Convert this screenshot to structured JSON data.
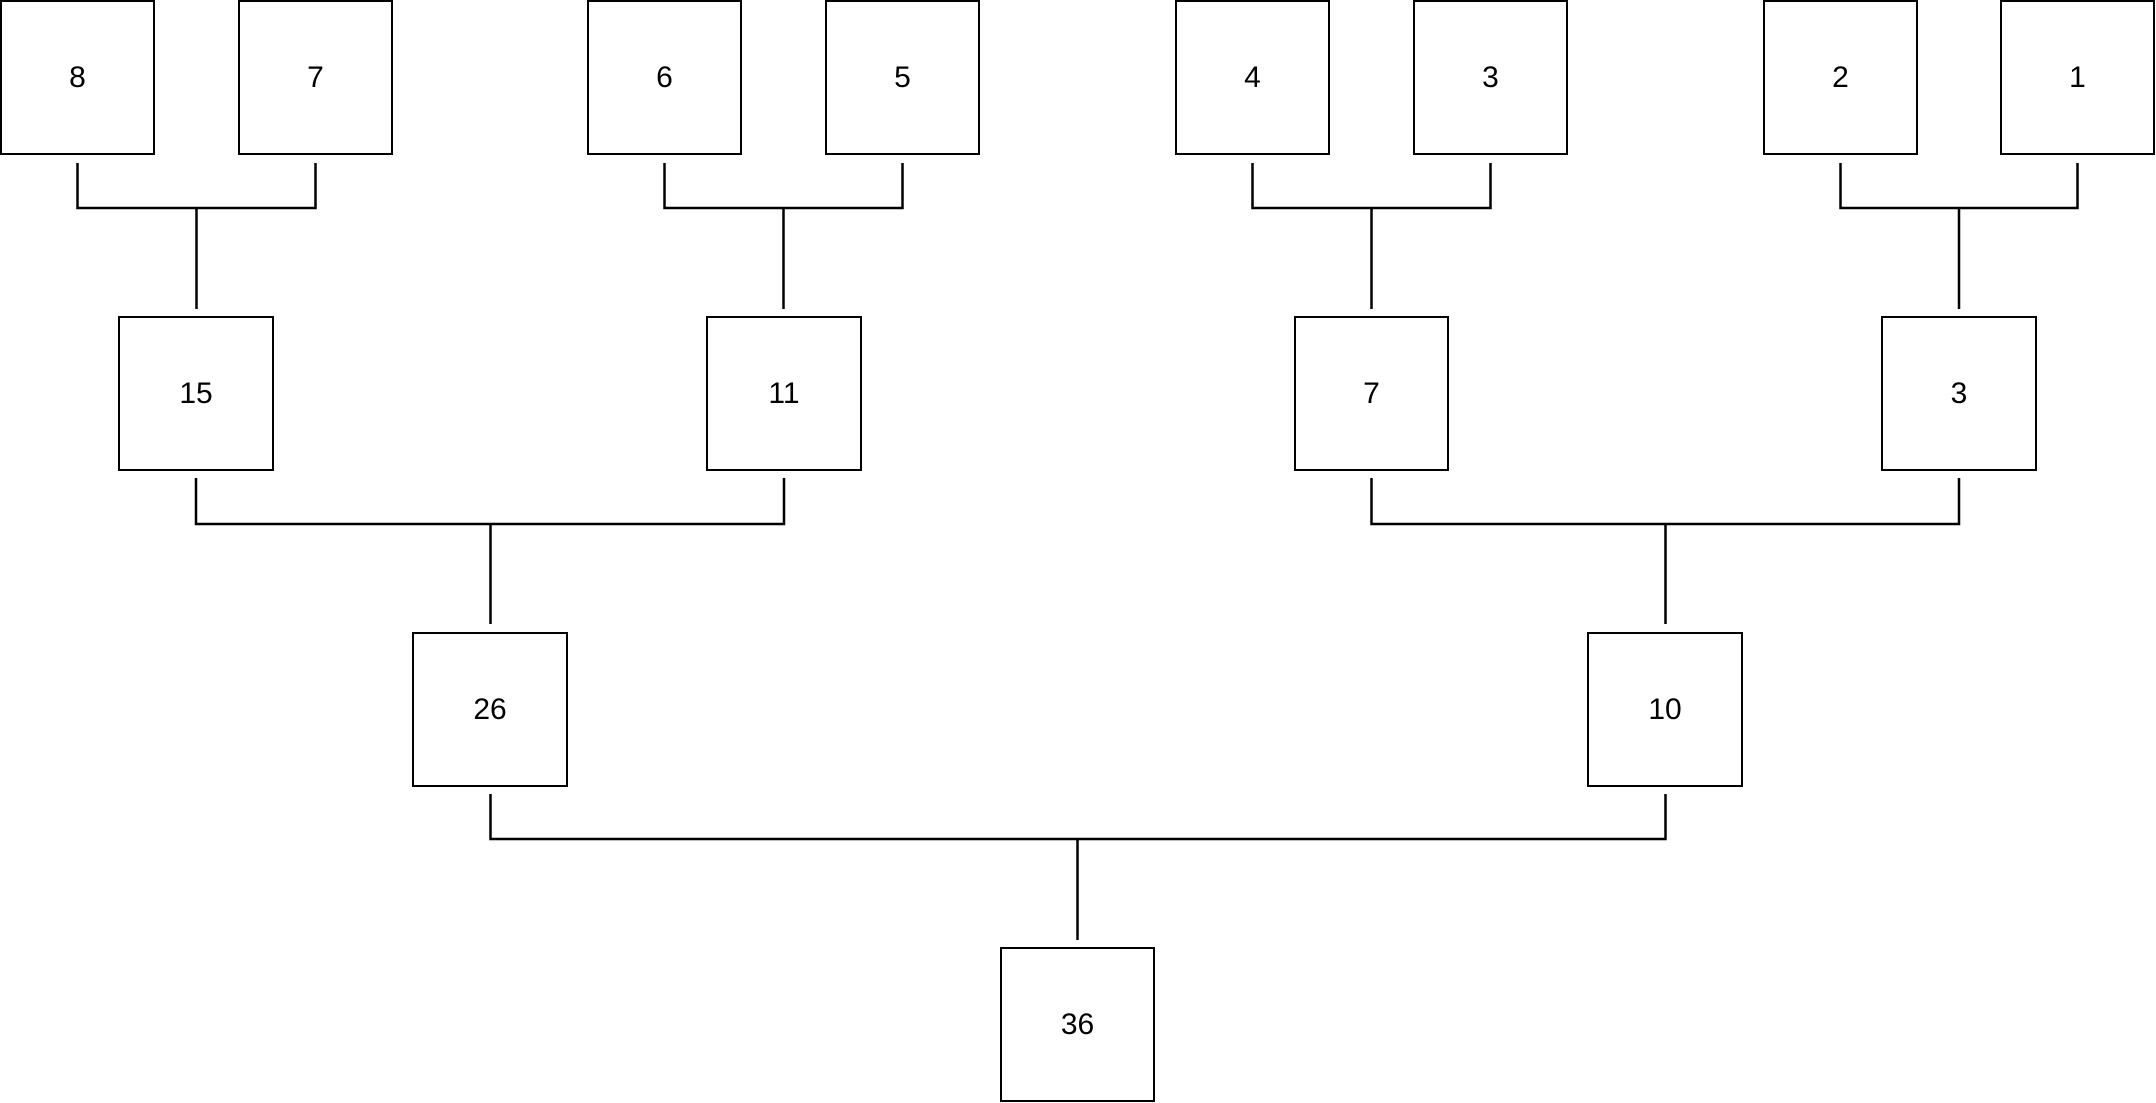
{
  "tree": {
    "levels": [
      {
        "nodes": [
          {
            "id": "n8",
            "label": "8"
          },
          {
            "id": "n7",
            "label": "7"
          },
          {
            "id": "n6",
            "label": "6"
          },
          {
            "id": "n5",
            "label": "5"
          },
          {
            "id": "n4",
            "label": "4"
          },
          {
            "id": "n3",
            "label": "3"
          },
          {
            "id": "n2",
            "label": "2"
          },
          {
            "id": "n1",
            "label": "1"
          }
        ]
      },
      {
        "nodes": [
          {
            "id": "n15",
            "label": "15",
            "children": [
              "n8",
              "n7"
            ]
          },
          {
            "id": "n11",
            "label": "11",
            "children": [
              "n6",
              "n5"
            ]
          },
          {
            "id": "n7b",
            "label": "7",
            "children": [
              "n4",
              "n3"
            ]
          },
          {
            "id": "n3b",
            "label": "3",
            "children": [
              "n2",
              "n1"
            ]
          }
        ]
      },
      {
        "nodes": [
          {
            "id": "n26",
            "label": "26",
            "children": [
              "n15",
              "n11"
            ]
          },
          {
            "id": "n10",
            "label": "10",
            "children": [
              "n7b",
              "n3b"
            ]
          }
        ]
      },
      {
        "nodes": [
          {
            "id": "n36",
            "label": "36",
            "children": [
              "n26",
              "n10"
            ]
          }
        ]
      }
    ]
  }
}
